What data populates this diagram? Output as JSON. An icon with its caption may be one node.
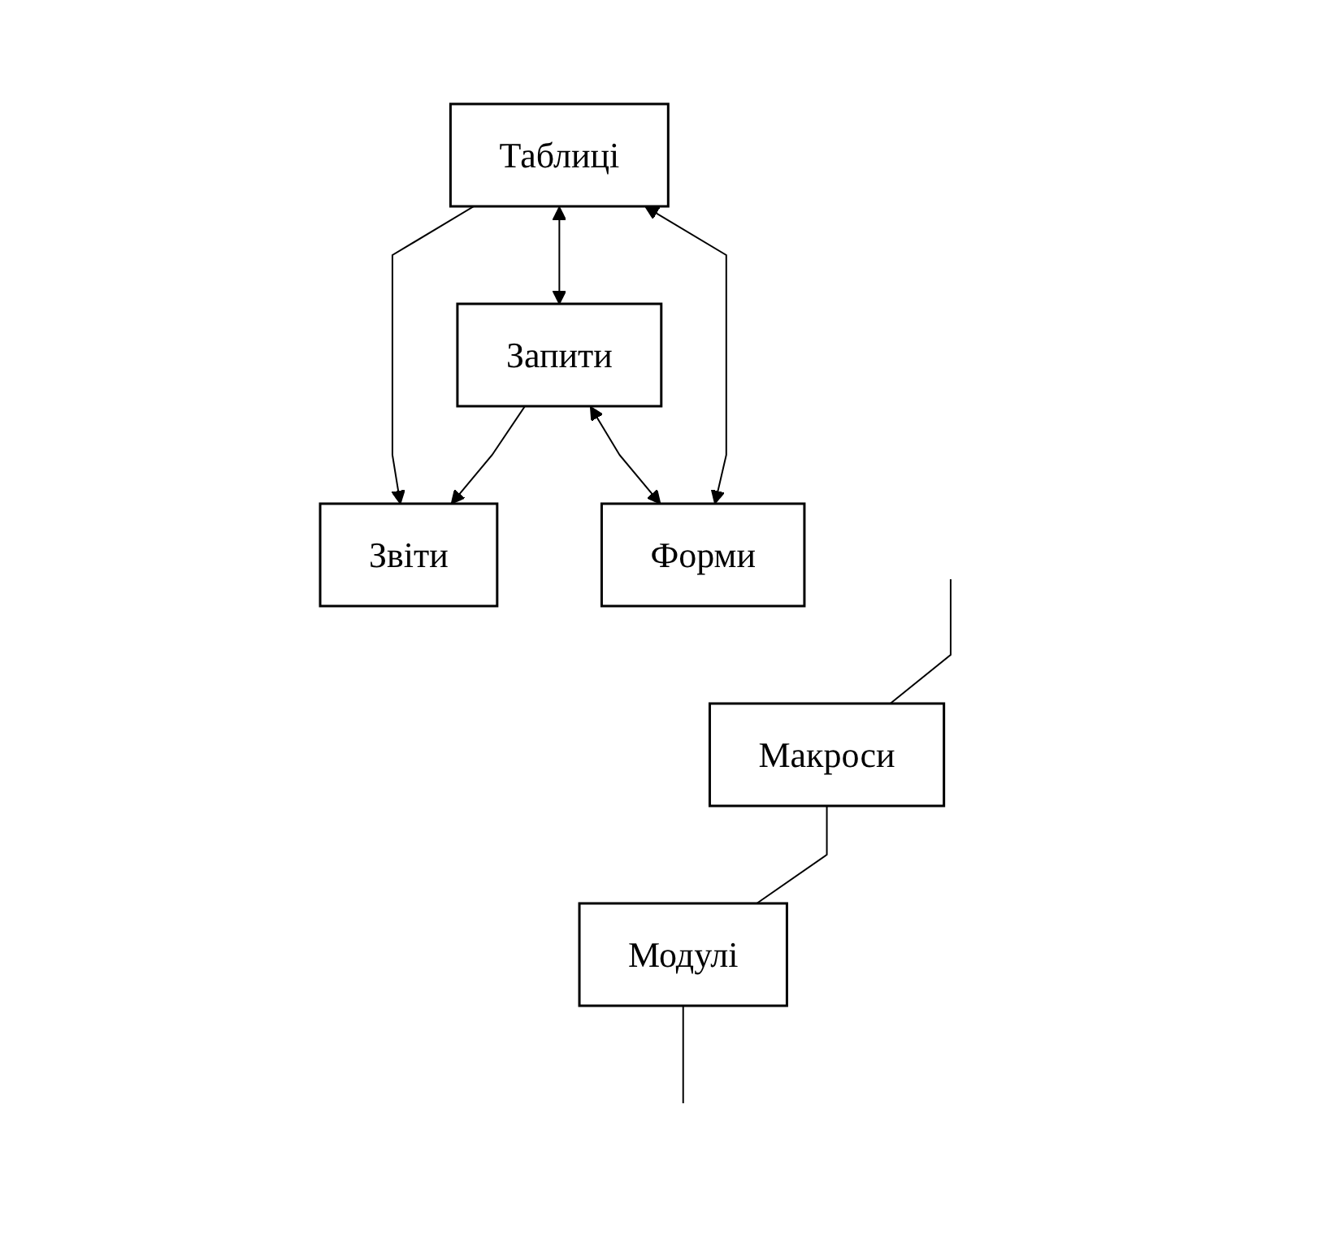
{
  "diagram": {
    "nodes": [
      {
        "text": [
          "Таблиці"
        ]
      },
      {
        "text": [
          "Запити"
        ]
      },
      {
        "text": [
          "Форми"
        ]
      },
      {
        "text": [
          "Звіти"
        ]
      },
      {
        "text": [
          "Макроси"
        ]
      },
      {
        "text": [
          "Модулі"
        ]
      }
    ],
    "edges": [
      {
        "from": 0,
        "to": 2,
        "arrow": "both"
      },
      {
        "from": 0,
        "to": 1,
        "arrow": "both"
      },
      {
        "from": 1,
        "to": 2,
        "arrow": "both"
      },
      {
        "from": 0,
        "to": 3,
        "arrow": "to"
      },
      {
        "from": 1,
        "to": 3,
        "arrow": "to"
      },
      {
        "from": null,
        "to": 4,
        "arrow": "none"
      },
      {
        "from": 4,
        "to": 5,
        "arrow": "none"
      },
      {
        "from": 5,
        "to": null,
        "arrow": "none"
      }
    ]
  }
}
